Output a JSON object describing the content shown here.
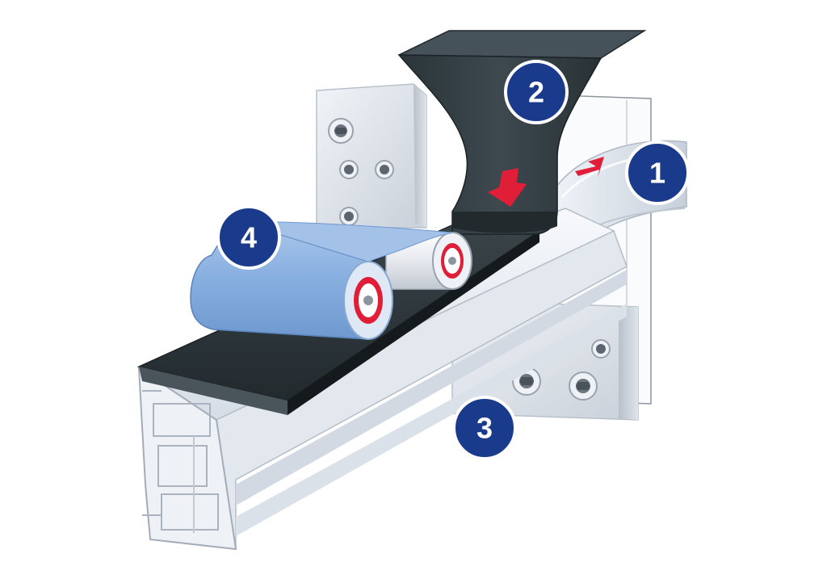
{
  "diagram": {
    "steps": [
      {
        "id": "step-1",
        "label": "1"
      },
      {
        "id": "step-2",
        "label": "2"
      },
      {
        "id": "step-3",
        "label": "3"
      },
      {
        "id": "step-4",
        "label": "4"
      }
    ],
    "colors": {
      "badge": "#1a3a8c",
      "badge_ring": "#ffffff",
      "arrow": "#e01e37",
      "hopper": "#2f3a3f",
      "coating": "#2d3438",
      "profile": "#e8edf3",
      "roller": "#8fb4e0",
      "block": "#dde2e8"
    }
  }
}
